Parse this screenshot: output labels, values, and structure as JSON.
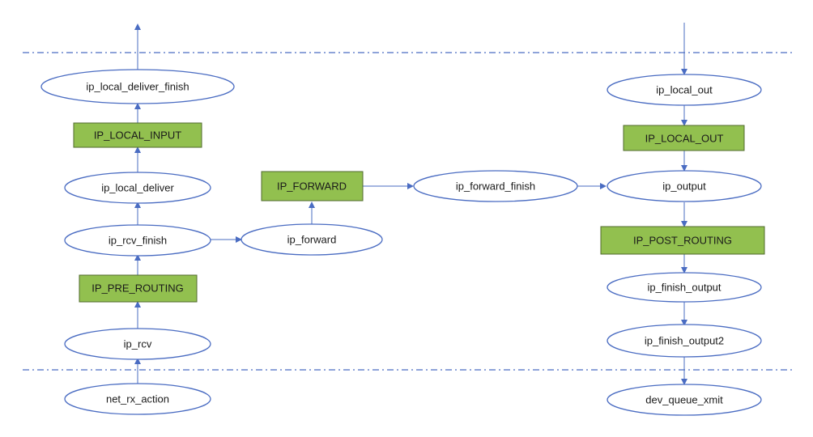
{
  "nodes": {
    "ip_local_deliver_finish": "ip_local_deliver_finish",
    "IP_LOCAL_INPUT": "IP_LOCAL_INPUT",
    "ip_local_deliver": "ip_local_deliver",
    "ip_rcv_finish": "ip_rcv_finish",
    "IP_PRE_ROUTING": "IP_PRE_ROUTING",
    "ip_rcv": "ip_rcv",
    "net_rx_action": "net_rx_action",
    "ip_forward": "ip_forward",
    "IP_FORWARD": "IP_FORWARD",
    "ip_forward_finish": "ip_forward_finish",
    "ip_local_out": "ip_local_out",
    "IP_LOCAL_OUT": "IP_LOCAL_OUT",
    "ip_output": "ip_output",
    "IP_POST_ROUTING": "IP_POST_ROUTING",
    "ip_finish_output": "ip_finish_output",
    "ip_finish_output2": "ip_finish_output2",
    "dev_queue_xmit": "dev_queue_xmit"
  },
  "colors": {
    "hook_fill": "#92c04f",
    "edge": "#4a6cc2"
  }
}
